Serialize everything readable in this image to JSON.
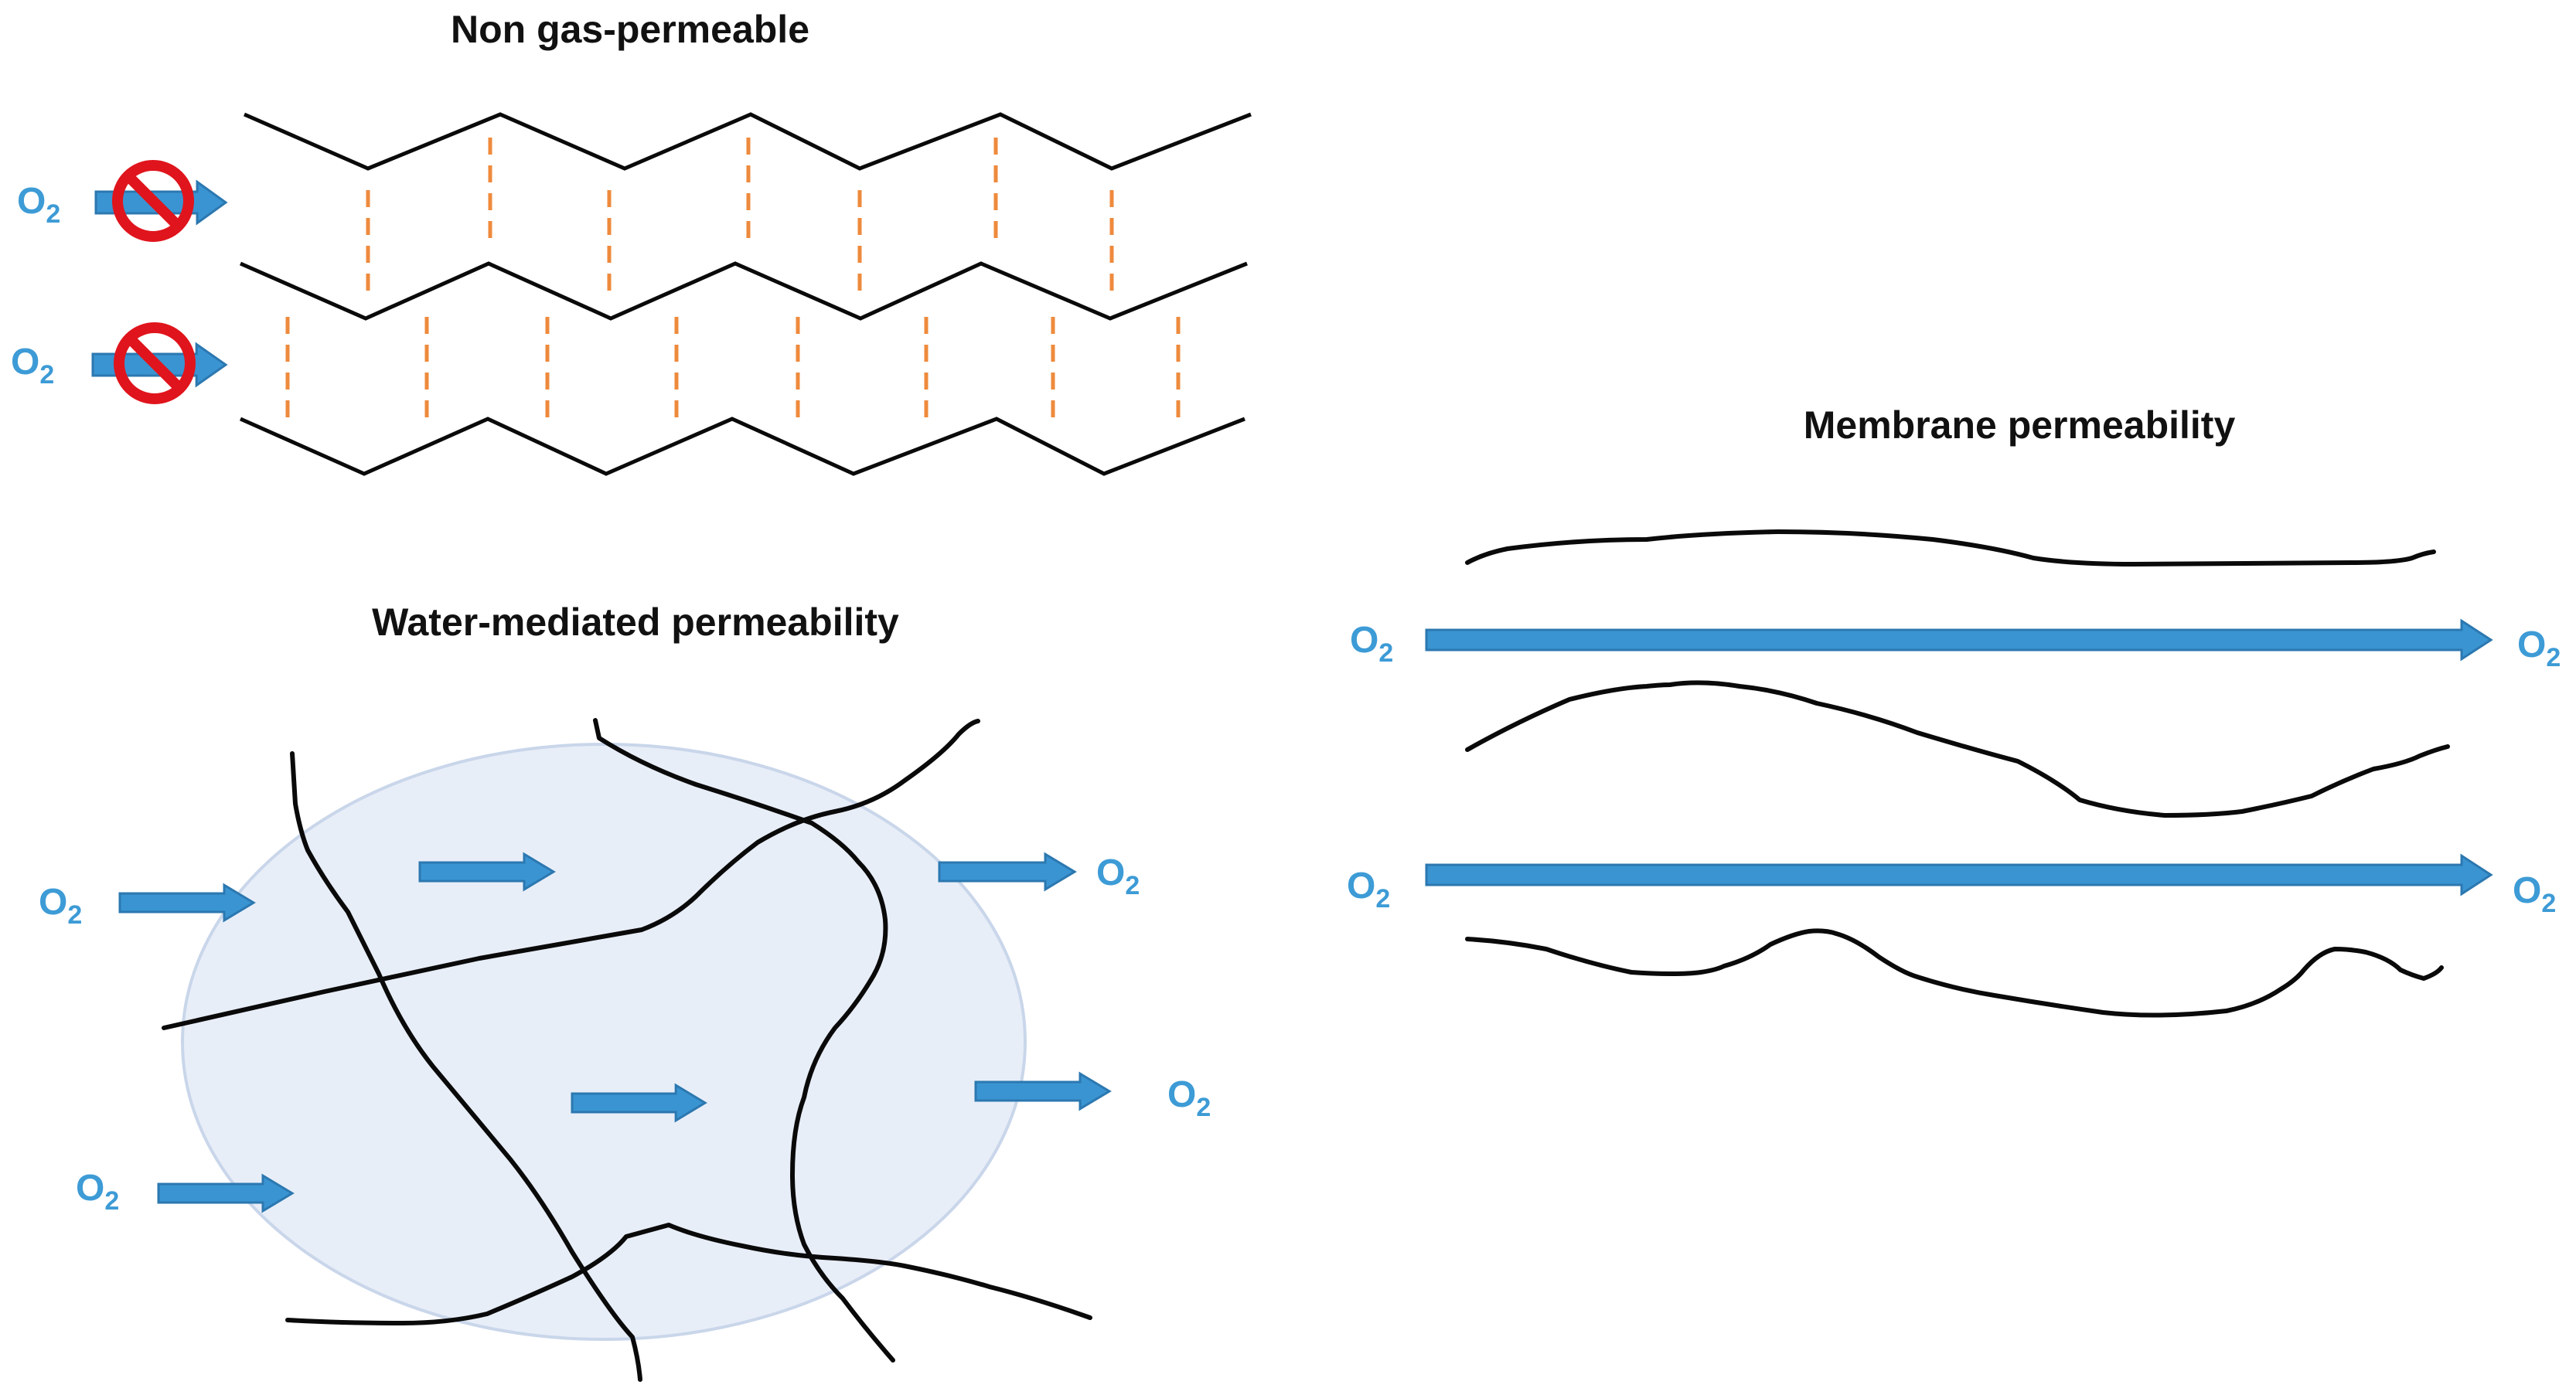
{
  "colors": {
    "arrow": "#3a94d2",
    "arrow_edge": "#2c78b0",
    "o2_text": "#3d9bd6",
    "crosslink": "#ee8a3c",
    "no_symbol": "#e0141c",
    "water_droplet": "#e4ebf7",
    "line": "#0a0a0a"
  },
  "panels": {
    "non_gas": {
      "title": "Non gas-permeable",
      "icon": "no-entry-icon"
    },
    "water": {
      "title": "Water-mediated permeability"
    },
    "membrane": {
      "title": "Membrane permeability"
    }
  },
  "species": {
    "o2": {
      "base": "O",
      "subscript": "2"
    }
  }
}
